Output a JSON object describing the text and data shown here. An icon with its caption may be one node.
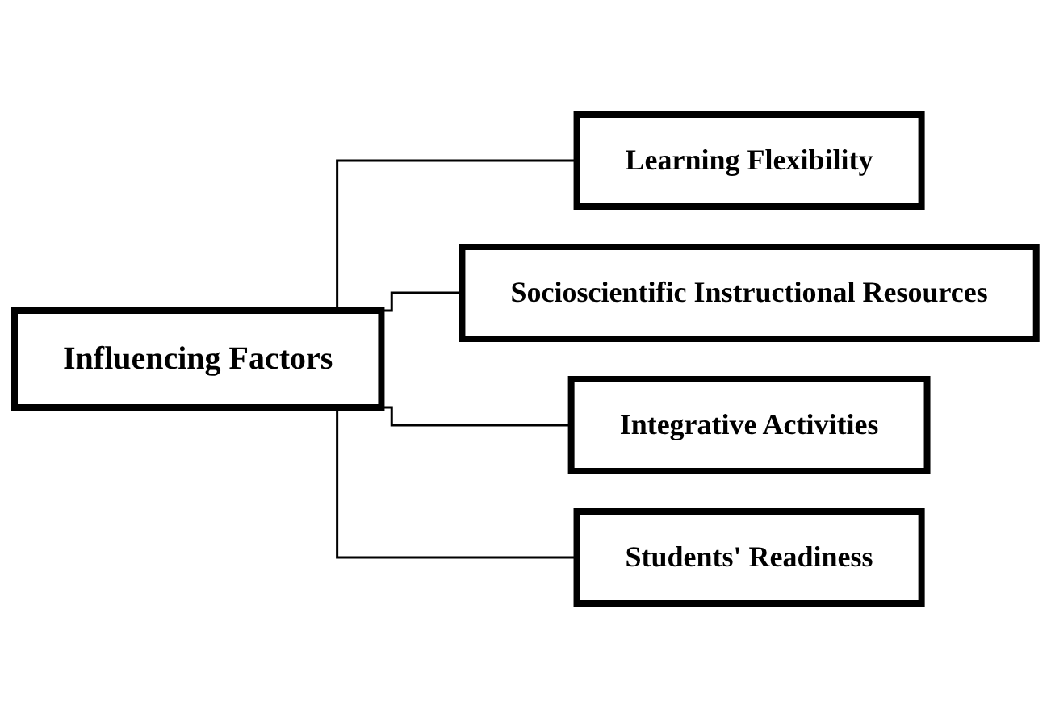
{
  "diagram": {
    "nodes": [
      {
        "text": [
          "Influencing Factors"
        ]
      },
      {
        "text": [
          "Learning Flexibility"
        ]
      },
      {
        "text": [
          "Socioscientific Instructional Resources"
        ]
      },
      {
        "text": [
          "Integrative Activities"
        ]
      },
      {
        "text": [
          "Students' Readiness"
        ]
      }
    ],
    "edges": [
      {
        "from": 0,
        "to": 1,
        "arrow": "none"
      },
      {
        "from": 0,
        "to": 2,
        "arrow": "none"
      },
      {
        "from": 0,
        "to": 3,
        "arrow": "none"
      },
      {
        "from": 0,
        "to": 4,
        "arrow": "none"
      }
    ]
  }
}
